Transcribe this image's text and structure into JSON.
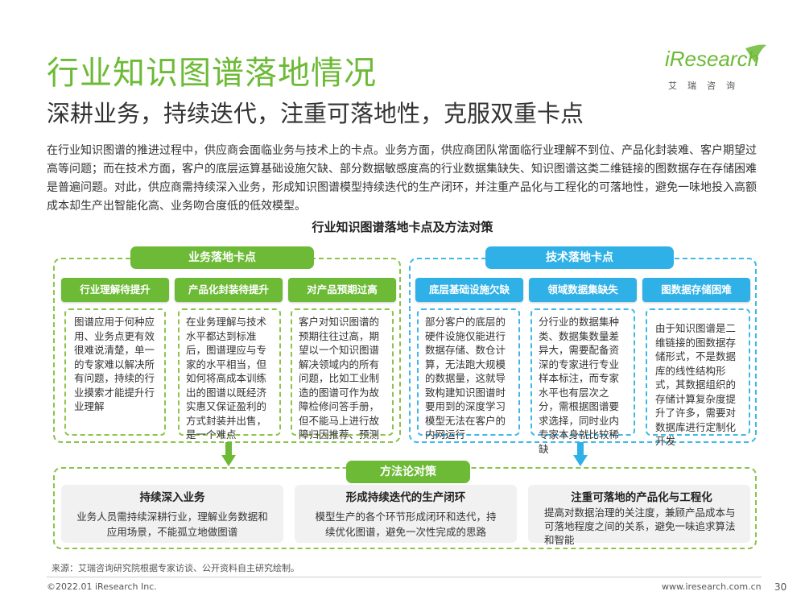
{
  "header": {
    "title": "行业知识图谱落地情况",
    "subtitle": "深耕业务，持续迭代，注重可落地性，克服双重卡点"
  },
  "logo": {
    "word": "iResearch",
    "cn": "艾瑞咨询"
  },
  "intro": "在行业知识图谱的推进过程中，供应商会面临业务与技术上的卡点。业务方面，供应商团队常面临行业理解不到位、产品化封装难、客户期望过高等问题；而在技术方面，客户的底层运算基础设施欠缺、部分数据敏感度高的行业数据集缺失、知识图谱这类二维链接的图数据存在存储困难是普遍问题。对此，供应商需持续深入业务，形成知识图谱模型持续迭代的生产闭环，并注重产品化与工程化的可落地性，避免一味地投入高额成本却生产出智能化高、业务吻合度低的低效模型。",
  "figure": {
    "title": "行业知识图谱落地卡点及方法对策",
    "business": {
      "label": "业务落地卡点",
      "items": [
        {
          "head": "行业理解待提升",
          "text": "图谱应用于何种应用、业务点更有效很难说清楚，单一的专家难以解决所有问题，持续的行业摸索才能提升行业理解"
        },
        {
          "head": "产品化封装待提升",
          "text": "在业务理解与技术水平都达到标准后，图谱理应与专家的水平相当，但如何将高成本训练出的图谱以既经济实惠又保证盈利的方式封装并出售，是一个难点"
        },
        {
          "head": "对产品预期过高",
          "text": "客户对知识图谱的预期往往过高，期望以一个知识图谱解决领域内的所有问题，比如工业制造的图谱可作为故障检修问答手册，但不能马上进行故障归因推荐、预测"
        }
      ]
    },
    "tech": {
      "label": "技术落地卡点",
      "items": [
        {
          "head": "底层基础设施欠缺",
          "text": "部分客户的底层的硬件设施仅能进行数据存储、数仓计算，无法跑大规模的数据量，这就导致构建知识图谱时要用到的深度学习模型无法在客户的内网运行"
        },
        {
          "head": "领域数据集缺失",
          "text": "分行业的数据集种类、数据集数量差异大，需要配备资深的专家进行专业样本标注，而专家水平也有层次之分，需根据图谱要求选择，同时业内专家本身就比较稀缺"
        },
        {
          "head": "图数据存储困难",
          "text": "由于知识图谱是二维链接的图数据存储形式，不是数据库的线性结构形式，其数据组织的存储计算复杂度提升了许多，需要对数据库进行定制化开发"
        }
      ]
    },
    "method": {
      "label": "方法论对策",
      "items": [
        {
          "head": "持续深入业务",
          "text": "业务人员需持续深耕行业，理解业务数据和应用场景，不能孤立地做图谱"
        },
        {
          "head": "形成持续迭代的生产闭环",
          "text": "模型生产的各个环节形成闭环和迭代，持续优化图谱，避免一次性完成的思路"
        },
        {
          "head": "注重可落地的产品化与工程化",
          "text": "提高对数据治理的关注度，兼顾产品成本与可落地程度之间的关系，避免一味追求算法和智能"
        }
      ]
    }
  },
  "footer": {
    "source": "来源：艾瑞咨询研究院根据专家访谈、公开资料自主研究绘制。",
    "copyright": "©2022.01 iResearch Inc.",
    "website": "www.iresearch.com.cn",
    "page": "30"
  },
  "colors": {
    "brand_green": "#6cba35",
    "tech_blue": "#2fb1e7",
    "dashed_green": "#8cc34a",
    "dashed_blue": "#3fb8e8"
  }
}
